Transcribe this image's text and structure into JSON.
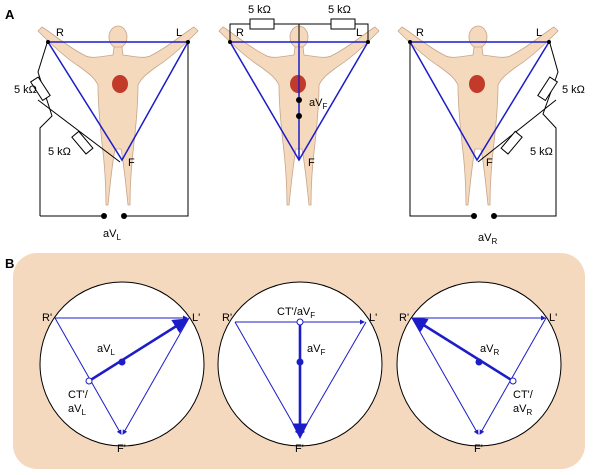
{
  "section_labels": {
    "a": "A",
    "b": "B"
  },
  "resistor_label": "5 kΩ",
  "electrodes": {
    "right_arm": "R",
    "left_arm": "L",
    "foot": "F"
  },
  "leads": {
    "avl": {
      "main": "aV",
      "sub": "L"
    },
    "avf": {
      "main": "aV",
      "sub": "F"
    },
    "avr": {
      "main": "aV",
      "sub": "R"
    }
  },
  "circle_labels": {
    "r_prime": "R'",
    "l_prime": "L'",
    "f_prime": "F'",
    "ct_prime": "CT'/",
    "ct_av": "aV",
    "ct_avf": "CT'/aV"
  },
  "colors": {
    "vector_blue": "#1c1cc8",
    "body_skin": "#f5d9bd",
    "panel_bg": "#f4d9bf",
    "heart": "#c23a2a"
  }
}
